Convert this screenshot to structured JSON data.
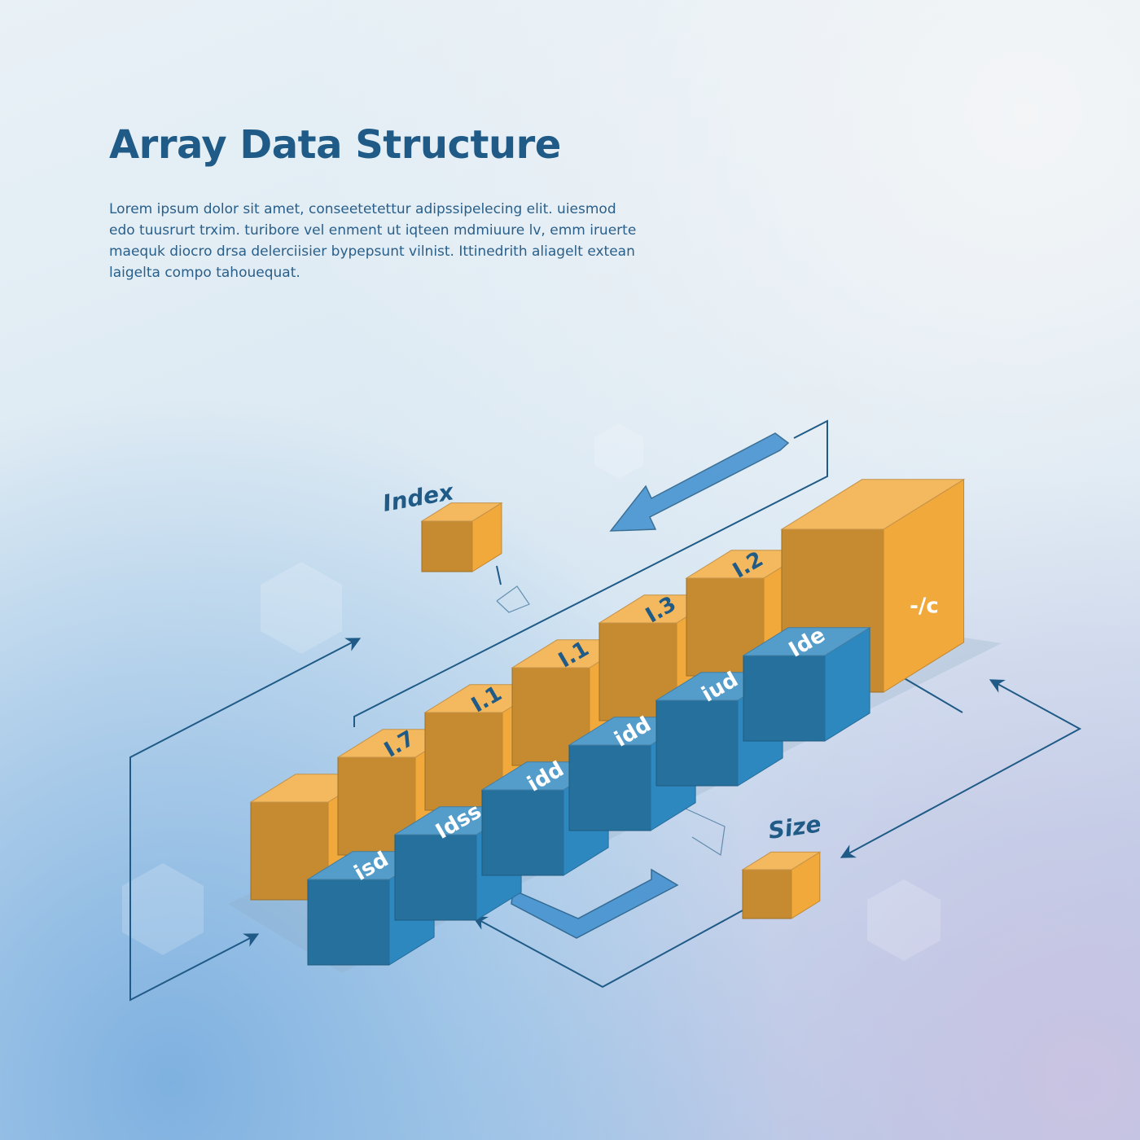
{
  "title": "Array Data Structure",
  "body_lines": [
    "Lorem ipsum dolor sit amet, conseetetettur adipssipelecing elit. uiesmod",
    "edo tuusrurt trxim. turibore vel enment ut iqteen mdmiuure lv, emm iruerte",
    "maequk diocro drsa delerciisier bypepsunt vilnist. Ittinedrith aliagelt extean",
    "laigelta compo tahouequat."
  ],
  "labels": {
    "index": "Index",
    "size": "Size"
  },
  "colors": {
    "orange": "#f2a93b",
    "blue": "#2e88c0",
    "ink": "#1f5b86"
  },
  "top_row": [
    "",
    "I.7",
    "I.1",
    "I.1",
    "I.3",
    "I.2",
    "-/c"
  ],
  "bottom_row": [
    "isd",
    "Idss",
    "idd",
    "idd",
    "iud",
    "Ide"
  ]
}
